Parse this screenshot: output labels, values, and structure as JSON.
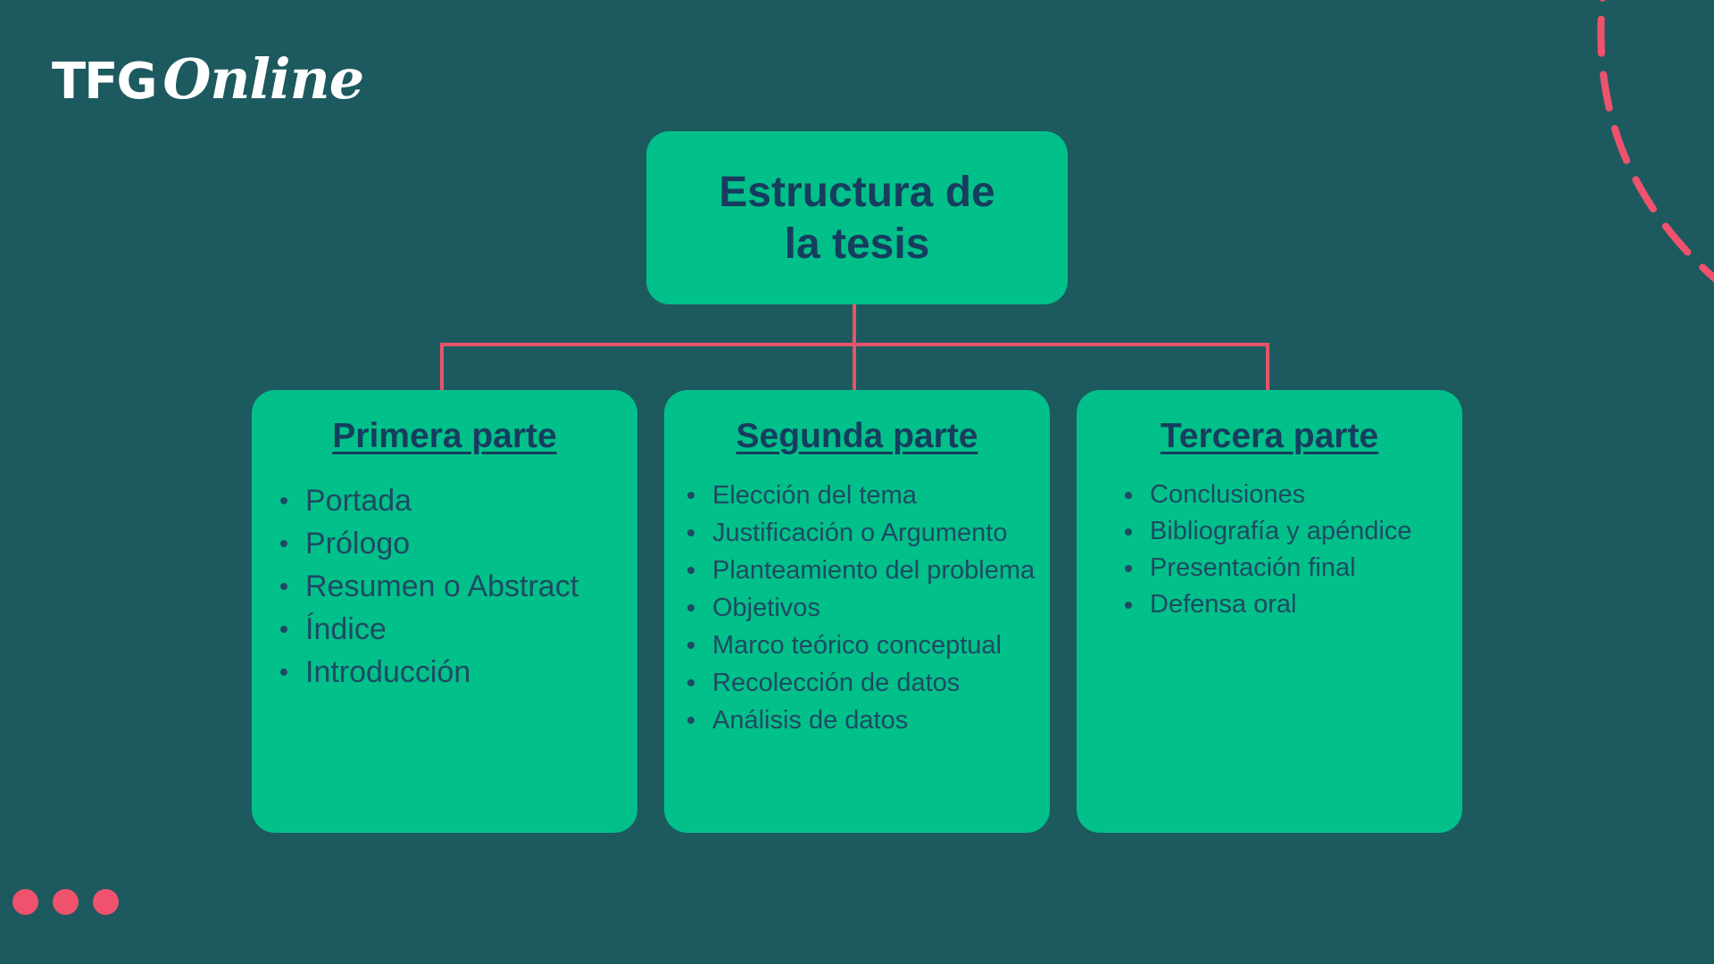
{
  "logo": {
    "part1": "TFG",
    "part2": "Online"
  },
  "root": {
    "title": "Estructura de la tesis"
  },
  "columns": [
    {
      "title": "Primera parte",
      "items": [
        "Portada",
        "Prólogo",
        "Resumen o Abstract",
        "Índice",
        "Introducción"
      ]
    },
    {
      "title": "Segunda parte",
      "items": [
        "Elección del tema",
        "Justificación o Argumento",
        "Planteamiento del problema",
        "Objetivos",
        "Marco teórico conceptual",
        "Recolección de datos",
        "Análisis de datos"
      ]
    },
    {
      "title": "Tercera parte",
      "items": [
        "Conclusiones",
        "Bibliografía y apéndice",
        "Presentación final",
        "Defensa oral"
      ]
    }
  ],
  "colors": {
    "background": "#1d5a5f",
    "box": "#02c08a",
    "text": "#163d5e",
    "accent": "#f0526e"
  },
  "decorations": {
    "dots_count": 3,
    "dashed_arc": true
  }
}
